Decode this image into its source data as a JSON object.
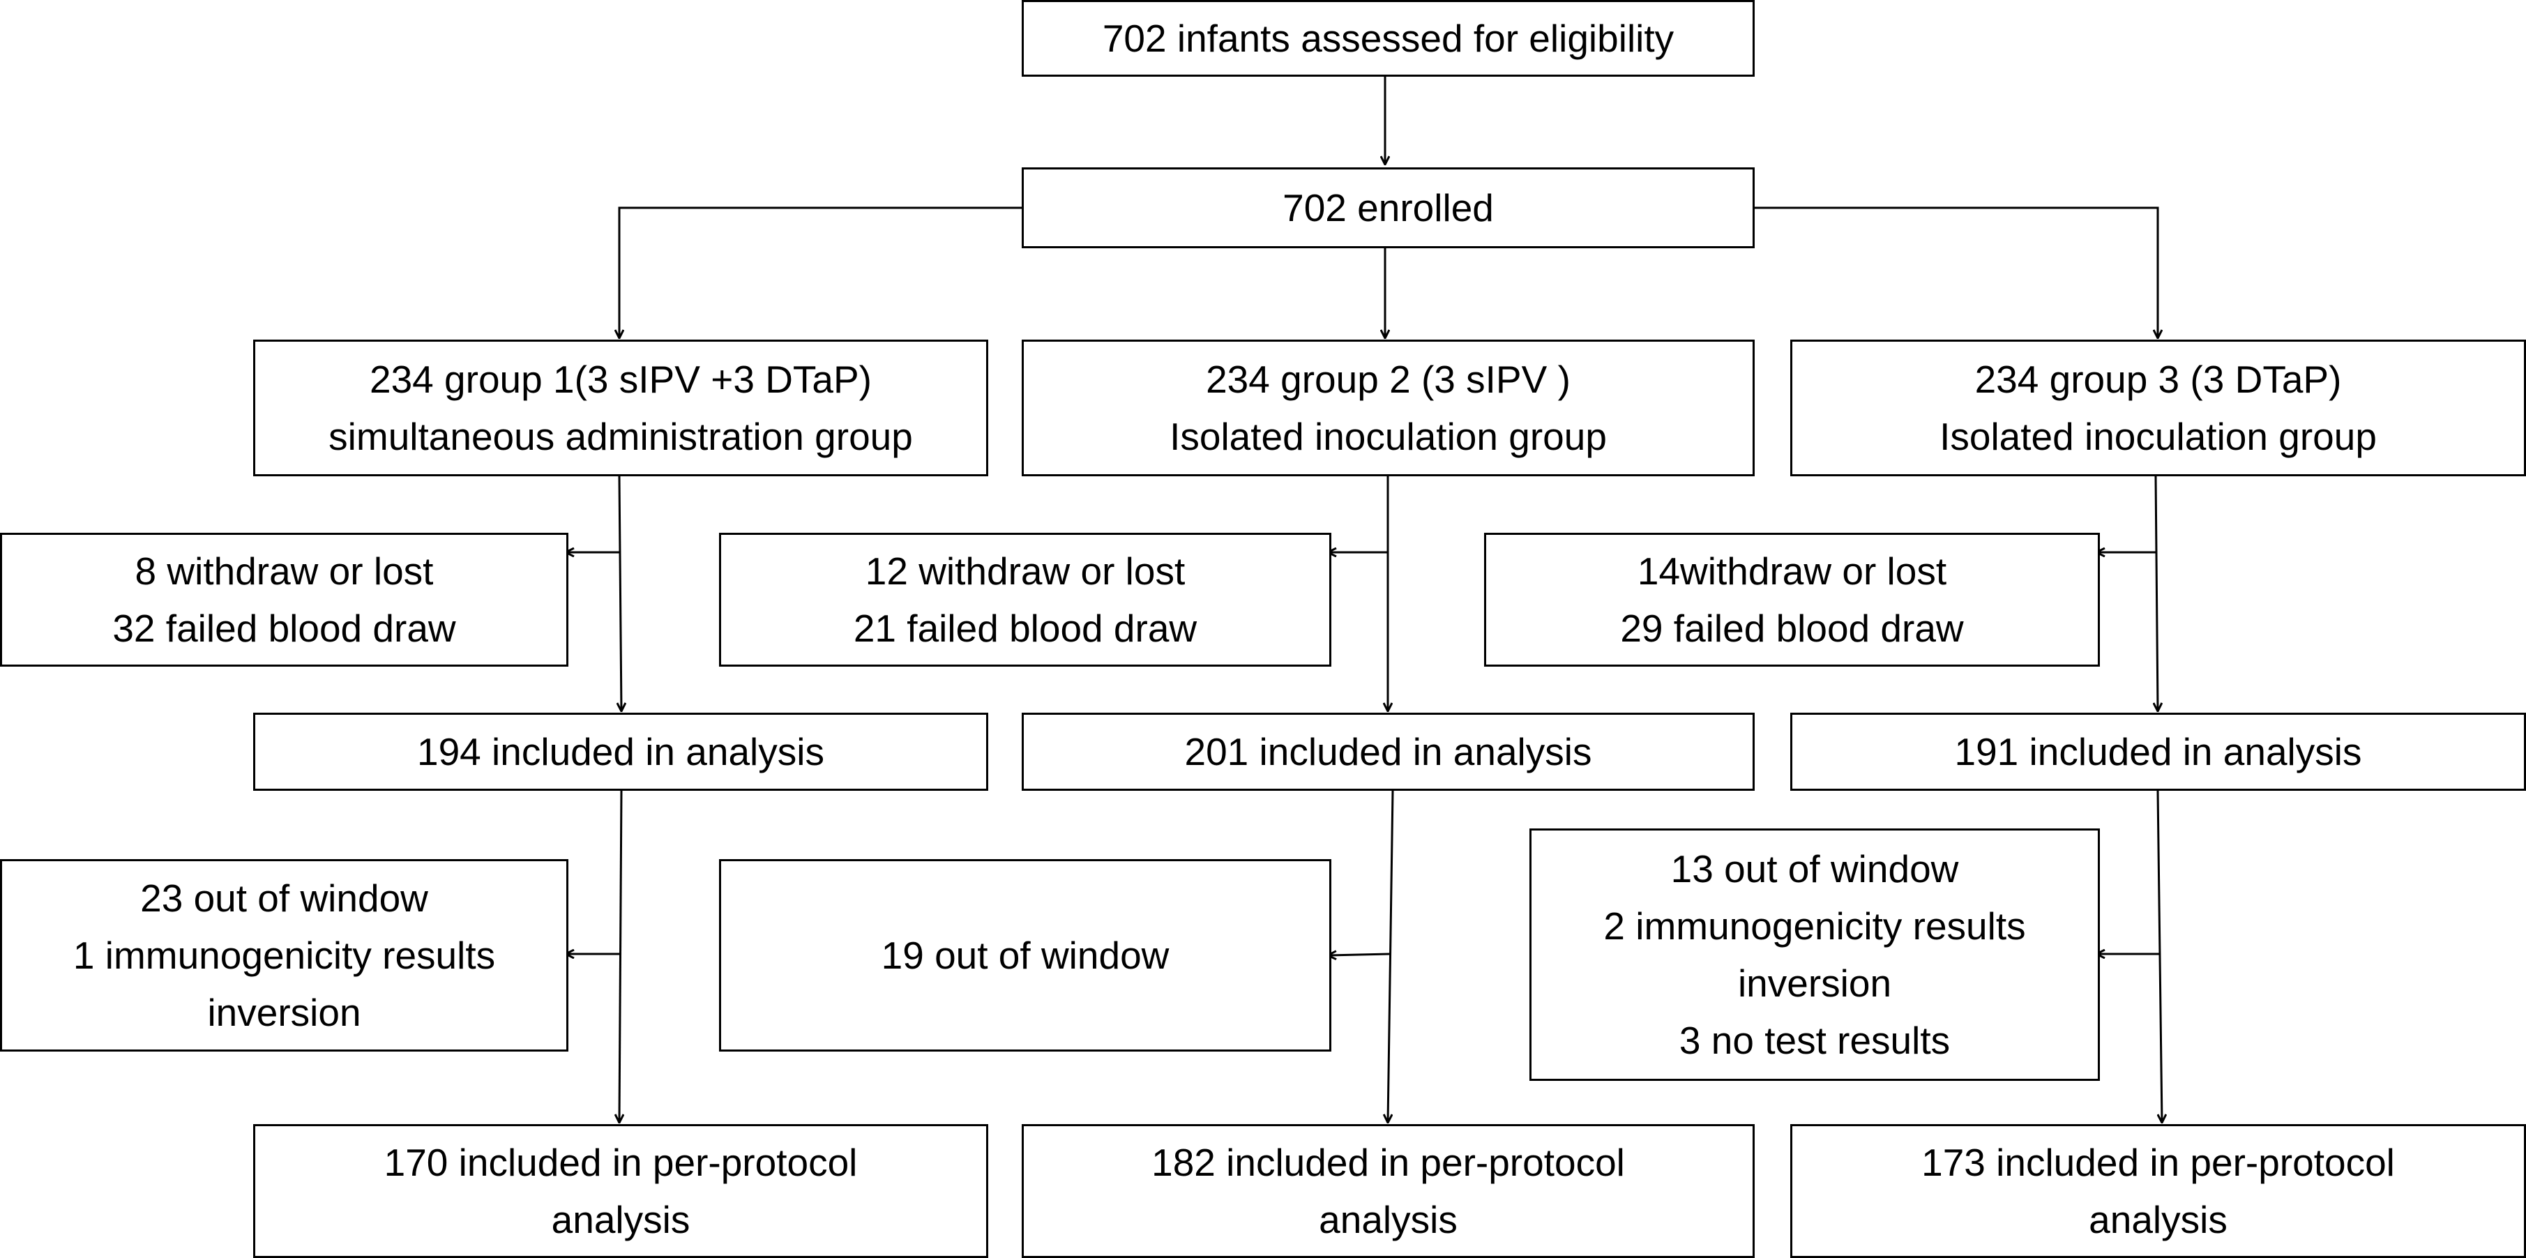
{
  "flowchart": {
    "screening": [
      "702 infants assessed for eligibility"
    ],
    "enrollment": [
      "702 enrolled"
    ],
    "groups": [
      {
        "allocation": [
          "234 group 1(3 sIPV +3 DTaP)",
          "simultaneous administration group"
        ],
        "excluded_first": [
          "8 withdraw or lost",
          "32 failed blood draw"
        ],
        "analysis": [
          "194 included in analysis"
        ],
        "excluded_second": [
          "23 out of window",
          "1 immunogenicity results",
          "inversion"
        ],
        "per_protocol": [
          "170 included in per-protocol",
          "analysis"
        ]
      },
      {
        "allocation": [
          "234 group 2 (3 sIPV )",
          "Isolated inoculation group"
        ],
        "excluded_first": [
          "12 withdraw or lost",
          "21 failed blood draw"
        ],
        "analysis": [
          "201 included in analysis"
        ],
        "excluded_second": [
          "19 out of window"
        ],
        "per_protocol": [
          "182 included in per-protocol",
          "analysis"
        ]
      },
      {
        "allocation": [
          "234 group 3 (3 DTaP)",
          "Isolated inoculation group"
        ],
        "excluded_first": [
          "14withdraw or lost",
          "29 failed blood draw"
        ],
        "analysis": [
          "191 included in analysis"
        ],
        "excluded_second": [
          "13 out of window",
          "2 immunogenicity results",
          "inversion",
          "3 no test results"
        ],
        "per_protocol": [
          "173 included in per-protocol",
          "analysis"
        ]
      }
    ]
  }
}
